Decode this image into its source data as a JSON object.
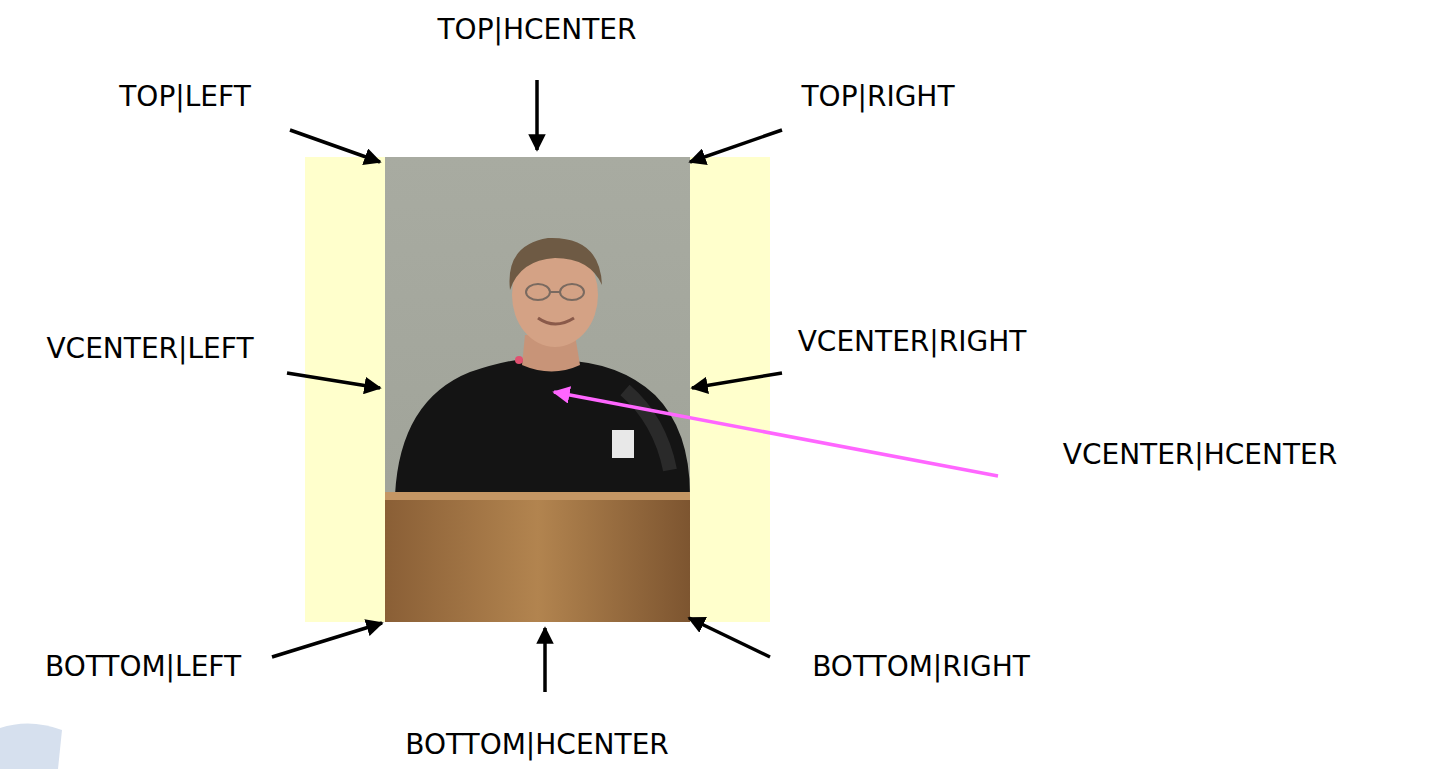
{
  "diagram": {
    "labels": [
      "TOP|HCENTER",
      "TOP|LEFT",
      "TOP|RIGHT",
      "VCENTER|LEFT",
      "VCENTER|RIGHT",
      "VCENTER|HCENTER",
      "BOTTOM|LEFT",
      "BOTTOM|RIGHT",
      "BOTTOM|HCENTER"
    ]
  }
}
